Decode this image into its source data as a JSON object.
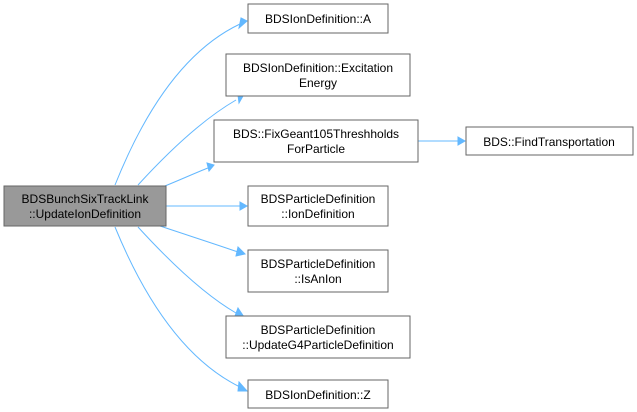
{
  "nodes": {
    "root": {
      "lines": [
        "BDSBunchSixTrackLink",
        "::UpdateIonDefinition"
      ]
    },
    "ion_a": {
      "lines": [
        "BDSIonDefinition::A"
      ]
    },
    "ion_excitation": {
      "lines": [
        "BDSIonDefinition::Excitation",
        "Energy"
      ]
    },
    "fix_geant": {
      "lines": [
        "BDS::FixGeant105Threshholds",
        "ForParticle"
      ]
    },
    "find_transport": {
      "lines": [
        "BDS::FindTransportation"
      ]
    },
    "pd_iondef": {
      "lines": [
        "BDSParticleDefinition",
        "::IonDefinition"
      ]
    },
    "pd_isanion": {
      "lines": [
        "BDSParticleDefinition",
        "::IsAnIon"
      ]
    },
    "pd_update": {
      "lines": [
        "BDSParticleDefinition",
        "::UpdateG4ParticleDefinition"
      ]
    },
    "ion_z": {
      "lines": [
        "BDSIonDefinition::Z"
      ]
    }
  },
  "colors": {
    "edge": "#63b8ff",
    "root_fill": "#999999",
    "node_stroke": "#666666"
  }
}
